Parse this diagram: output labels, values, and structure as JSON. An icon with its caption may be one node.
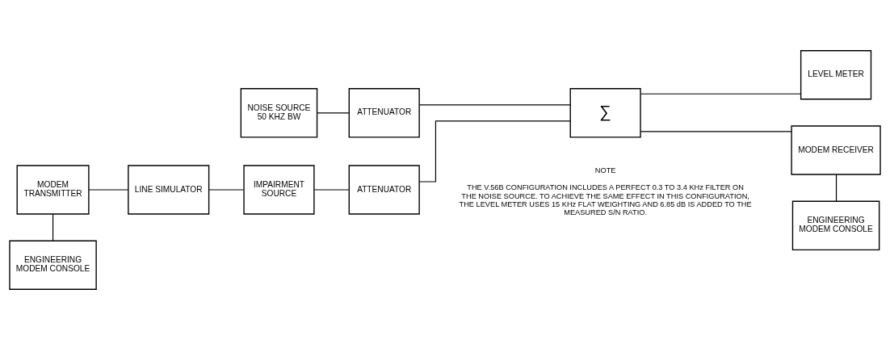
{
  "diagram": {
    "nodes": [
      {
        "text": [
          "MODEM TRANSMITTER"
        ]
      },
      {
        "text": [
          "ENGINEERING MODEM CONSOLE"
        ]
      },
      {
        "text": [
          "LINE SIMULATOR"
        ]
      },
      {
        "text": [
          "IMPAIRMENT SOURCE"
        ]
      },
      {
        "text": [
          "NOISE SOURCE 50 KHZ BW"
        ]
      },
      {
        "text": [
          "ATTENUATOR"
        ]
      },
      {
        "text": [
          "ATTENUATOR"
        ]
      },
      {
        "text": [
          "∑"
        ]
      },
      {
        "text": [
          "LEVEL METER"
        ]
      },
      {
        "text": [
          "MODEM RECEIVER"
        ]
      },
      {
        "text": [
          "ENGINEERING MODEM CONSOLE"
        ]
      }
    ],
    "edges": [
      {
        "from": 0,
        "to": 1,
        "arrow": "none"
      },
      {
        "from": 0,
        "to": 2,
        "arrow": "none"
      },
      {
        "from": 2,
        "to": 3,
        "arrow": "none"
      },
      {
        "from": 3,
        "to": 6,
        "arrow": "none"
      },
      {
        "from": 6,
        "to": 7,
        "arrow": "none"
      },
      {
        "from": 4,
        "to": 5,
        "arrow": "none"
      },
      {
        "from": 5,
        "to": 7,
        "arrow": "none"
      },
      {
        "from": 7,
        "to": 9,
        "arrow": "none"
      },
      {
        "from": 7,
        "to": 8,
        "arrow": "none"
      },
      {
        "from": 9,
        "to": 10,
        "arrow": "none"
      }
    ],
    "labels": [
      "NOTE",
      "THE V.56B CONFIGURATION INCLUDES A PERFECT 0.3 TO 3.4 KHz FILTER ON THE NOISE SOURCE. TO ACHIEVE THE SAME EFFECT IN THIS CONFIGURATION, THE LEVEL METER USES 15 KHz FLAT WEIGHTING AND 6.85 dB IS ADDED TO THE MEASURED S/N RATIO."
    ]
  }
}
